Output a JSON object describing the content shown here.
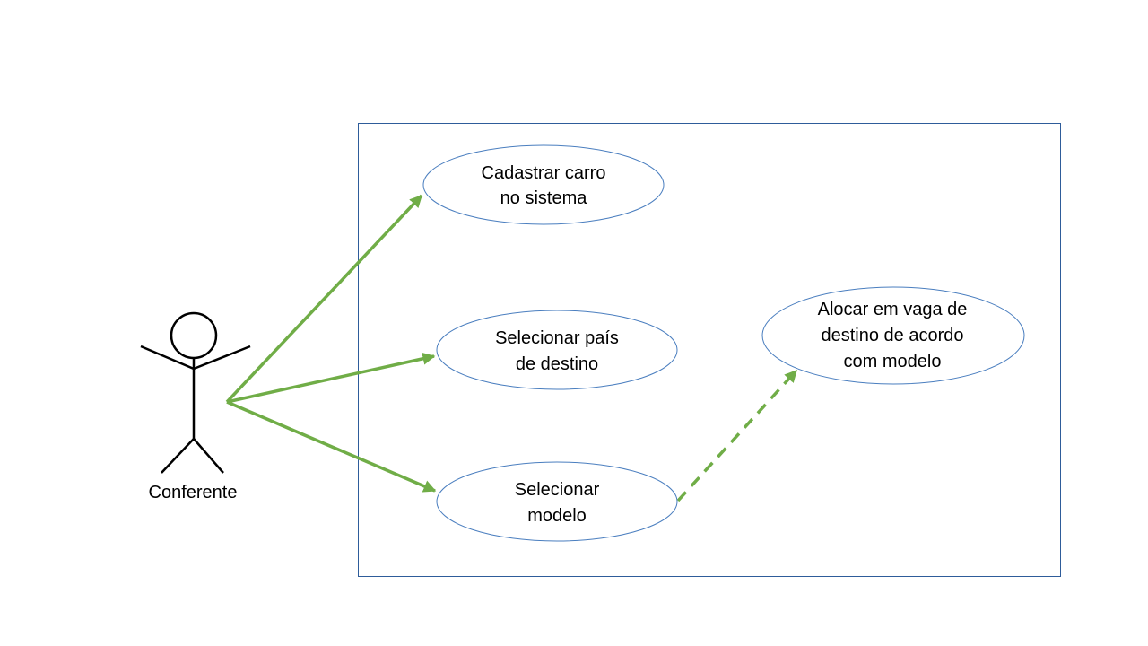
{
  "actor": {
    "label": "Conferente"
  },
  "use_cases": {
    "cadastrar": {
      "line1": "Cadastrar carro",
      "line2": "no sistema"
    },
    "pais": {
      "line1": "Selecionar país",
      "line2": "de destino"
    },
    "modelo": {
      "line1": "Selecionar",
      "line2": "modelo"
    },
    "alocar": {
      "line1": "Alocar em vaga de",
      "line2": "destino de acordo",
      "line3": "com modelo"
    }
  },
  "colors": {
    "boundary": "#2e5c9a",
    "ellipse_stroke": "#4a7ebf",
    "arrow": "#70ad47",
    "actor": "#000000"
  }
}
